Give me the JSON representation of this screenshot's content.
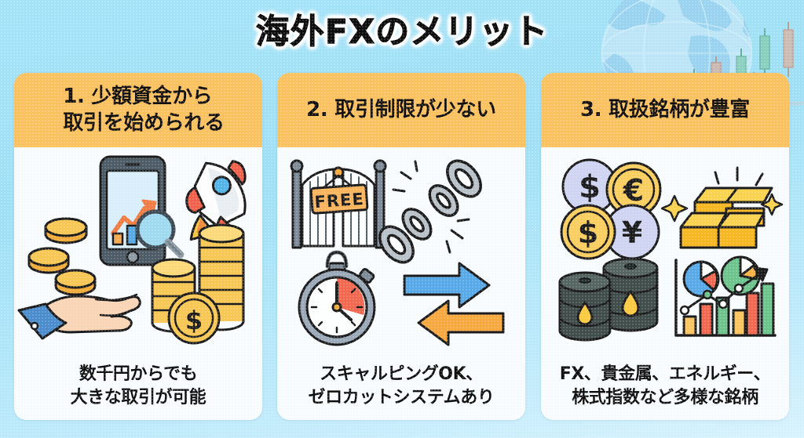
{
  "poster": {
    "title": "海外FXのメリット",
    "background_color": "#9fe1f7",
    "accent_color": "#fcc15f",
    "card_color": "#f9fcfe",
    "text_color": "#0f0f0f"
  },
  "decoration": {
    "globe_icon": "world-globe",
    "candlestick_icon": "candlestick-chart"
  },
  "cards": [
    {
      "number": "1.",
      "header": "1. 少額資金から\n取引を始められる",
      "header_line1": "1. 少額資金から",
      "header_line2": "取引を始められる",
      "caption_line1": "数千円からでも",
      "caption_line2": "大きな取引が可能",
      "icons": [
        "open-hand-icon",
        "falling-coins-icon",
        "smartphone-chart-icon",
        "magnifier-icon",
        "rocket-icon",
        "coin-stack-icon",
        "dollar-coin-icon"
      ]
    },
    {
      "number": "2.",
      "header": "2. 取引制限が少ない",
      "header_line1": "2. 取引制限が少ない",
      "header_line2": "",
      "caption_line1": "スキャルピングOK、",
      "caption_line2": "ゼロカットシステムあり",
      "gate_sign_text": "FREE",
      "icons": [
        "open-gate-icon",
        "free-sign-icon",
        "broken-chain-icon",
        "stopwatch-icon",
        "exchange-arrows-icon"
      ]
    },
    {
      "number": "3.",
      "header": "3. 取扱銘柄が豊富",
      "header_line1": "3. 取扱銘柄が豊富",
      "header_line2": "",
      "caption_line1": "FX、貴金属、エネルギー、",
      "caption_line2": "株式指数など多様な銘柄",
      "currency_symbols": [
        "$",
        "€",
        "$",
        "¥"
      ],
      "icons": [
        "currency-coins-icon",
        "gold-bars-icon",
        "oil-barrel-icon",
        "bar-chart-icon",
        "pie-chart-icon"
      ]
    }
  ]
}
